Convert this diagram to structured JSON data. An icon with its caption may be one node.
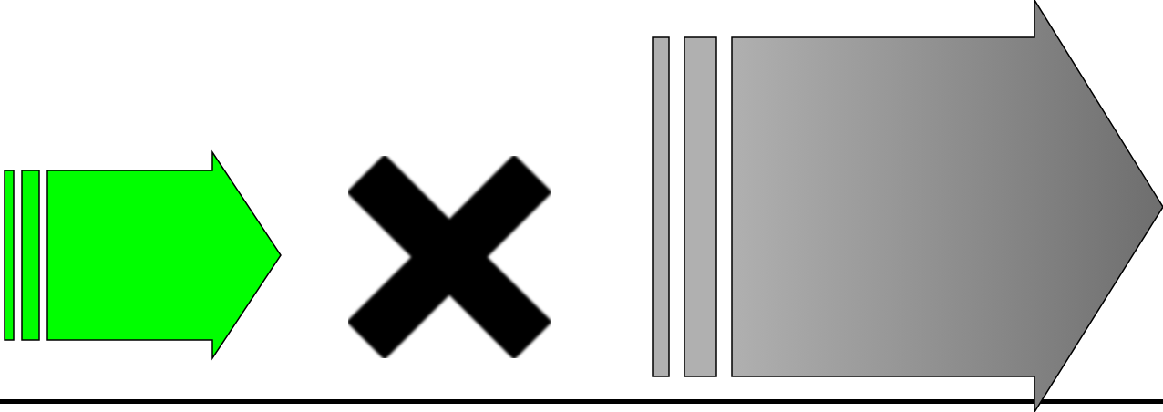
{
  "diagram": {
    "nodes": [
      {
        "text": [],
        "shape": "arrow"
      },
      {
        "text": [],
        "shape": "cross"
      },
      {
        "text": [],
        "shape": "arrow"
      }
    ]
  }
}
